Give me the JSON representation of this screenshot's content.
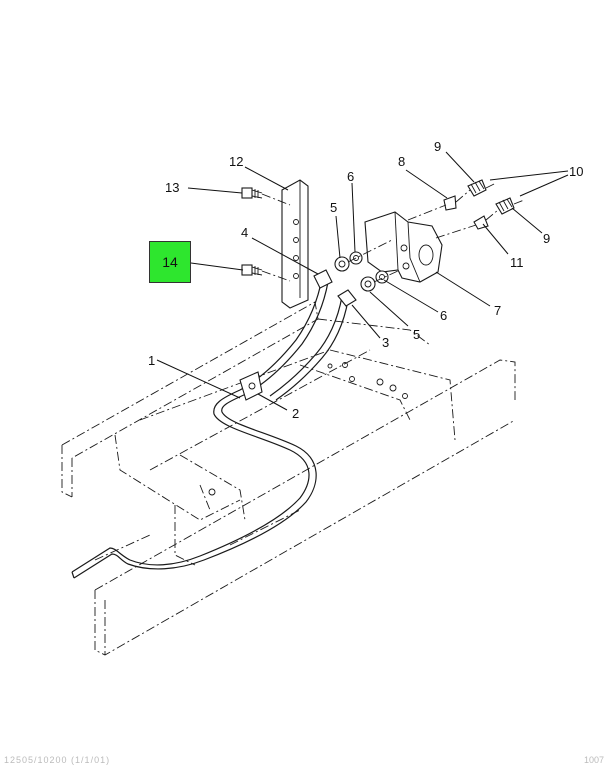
{
  "diagram": {
    "callouts": [
      {
        "id": "1",
        "text": "1"
      },
      {
        "id": "2",
        "text": "2"
      },
      {
        "id": "3",
        "text": "3"
      },
      {
        "id": "4",
        "text": "4"
      },
      {
        "id": "5a",
        "text": "5"
      },
      {
        "id": "5b",
        "text": "5"
      },
      {
        "id": "6a",
        "text": "6"
      },
      {
        "id": "6b",
        "text": "6"
      },
      {
        "id": "7",
        "text": "7"
      },
      {
        "id": "8",
        "text": "8"
      },
      {
        "id": "9a",
        "text": "9"
      },
      {
        "id": "9b",
        "text": "9"
      },
      {
        "id": "10",
        "text": "10"
      },
      {
        "id": "11",
        "text": "11"
      },
      {
        "id": "12",
        "text": "12"
      },
      {
        "id": "13",
        "text": "13"
      }
    ],
    "highlight": {
      "text": "14",
      "color": "#2ee62e"
    },
    "footer_left": "12505/10200 (1/1/01)",
    "footer_right": "1007"
  }
}
